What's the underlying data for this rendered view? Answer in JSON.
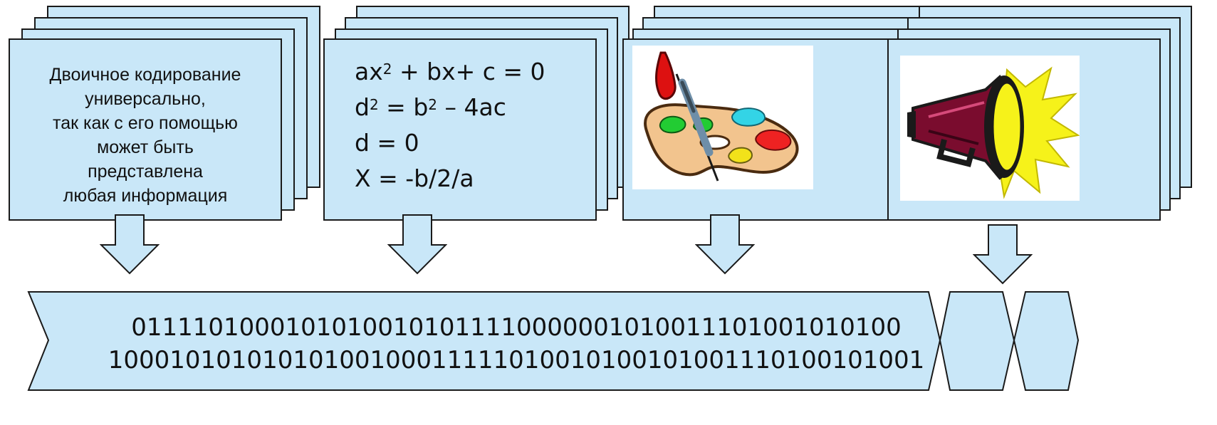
{
  "colors": {
    "card_fill": "#c9e7f8",
    "outline": "#1a1a1a",
    "text": "#111111"
  },
  "cards": [
    {
      "kind": "text",
      "lines": [
        "Двоичное кодирование",
        "универсально,",
        "так как с его помощью",
        "может быть",
        "представлена",
        "любая информация"
      ]
    },
    {
      "kind": "formula",
      "lines": [
        {
          "parts": [
            {
              "t": "ax"
            },
            {
              "t": "2",
              "sup": true
            },
            {
              "t": " + bx+ c = 0"
            }
          ]
        },
        {
          "parts": [
            {
              "t": "d"
            },
            {
              "t": "2",
              "sup": true
            },
            {
              "t": " = b"
            },
            {
              "t": "2",
              "sup": true
            },
            {
              "t": " – 4ac"
            }
          ]
        },
        {
          "parts": [
            {
              "t": "d = 0"
            }
          ]
        },
        {
          "parts": [
            {
              "t": "X = -b/2/a"
            }
          ]
        }
      ]
    },
    {
      "kind": "image",
      "icon": "paint-palette-icon"
    },
    {
      "kind": "image",
      "icon": "megaphone-icon"
    }
  ],
  "arrow_icon": "down-arrow-icon",
  "binary": {
    "line1": "01111010001010100101011110000001010011101001010100",
    "line2": "10001010101010100100011111010010100101001110100101001"
  }
}
